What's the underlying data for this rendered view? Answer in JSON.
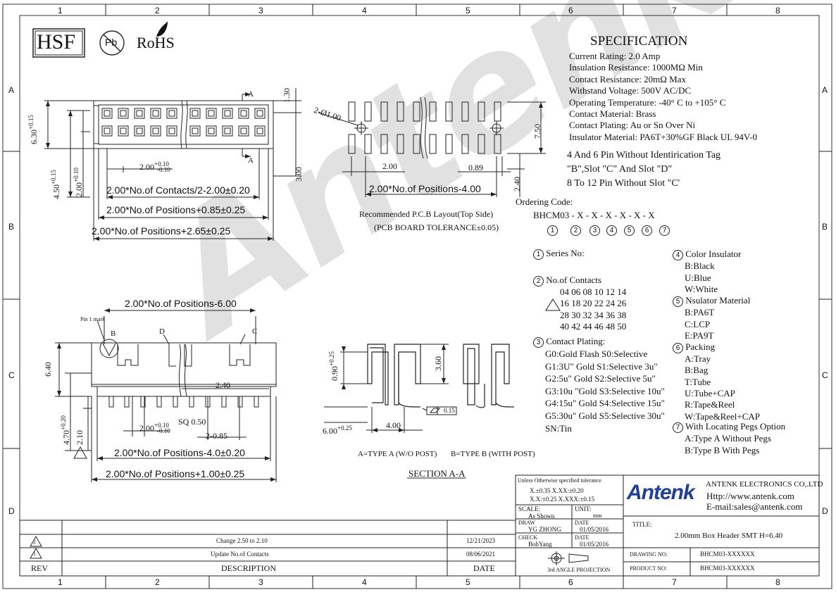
{
  "grid": {
    "cols": [
      "1",
      "2",
      "3",
      "4",
      "5",
      "6",
      "7",
      "8"
    ],
    "rows": [
      "A",
      "B",
      "C",
      "D"
    ]
  },
  "logos": {
    "hsf": "HSF",
    "pb": "Pb",
    "rohs": "RoHS"
  },
  "watermark": "Antenk",
  "spec": {
    "title": "SPECIFICATION",
    "lines": [
      "Current Rating:  2.0 Amp",
      "Insulation Resistance: 1000MΩ   Min",
      "Contact Resistance: 20mΩ Max",
      "Withstand Voltage:  500V AC/DC",
      "Operating Temperature:  -40° C  to  +105° C",
      "Contact Material: Brass",
      "Contact Plating: Au or Sn Over Ni",
      "Insulator Material: PA6T+30%GF Black UL 94V-0"
    ],
    "notes": [
      "4 And 6 Pin Without Identirication Tag",
      "\"B\",Slot \"C\" And Slot \"D\"",
      "8 To 12 Pin Without Slot \"C'"
    ]
  },
  "ordering": {
    "label": "Ordering Code:",
    "code": "BHCM03 - X - X - X - X - X - X",
    "numbers": [
      "1",
      "2",
      "3",
      "4",
      "5",
      "6",
      "7"
    ],
    "series": "Series No:",
    "contacts_title": "No.of Contacts",
    "contacts_rows": [
      "04 06 08 10 12 14",
      "16 18 20 22 24 26",
      "28 30 32 34 36 38",
      "40 42 44 46 48 50"
    ],
    "plating_title": "Contact Plating:",
    "plating_rows": [
      "G0:Gold Flash S0:Selective",
      "G1:3U\" Gold    S1:Selective 3u\"",
      "G2:5u\" Gold     S2:Selective 5u\"",
      "G3:10u \"Gold   S3:Selective 10u\"",
      "G4:15u\" Gold   S4:Selective 15u\"",
      "G5:30u\" Gold   S5:Selective 30u\"",
      "SN:Tin"
    ],
    "color_title": "Color Insulator",
    "color_rows": [
      "B:Black",
      "U:Blue",
      "W:White"
    ],
    "material_title": "Nsulator Material",
    "material_rows": [
      "B:PA6T",
      "C:LCP",
      "E:PA9T"
    ],
    "packing_title": "Packing",
    "packing_rows": [
      "A:Tray",
      "B:Bag",
      "T:Tube",
      "U:Tube+CAP",
      "R:Tape&Reel",
      "W:Tape&Reel+CAP"
    ],
    "pegs_title": "With Locating Pegs Option",
    "pegs_rows": [
      "A:Type A Without Pegs",
      "B:Type B With Pegs"
    ]
  },
  "dims": {
    "top_h1": "6.30",
    "top_h1_tol": "+0.15\n-0.15",
    "top_h2": "4.50",
    "top_h3": "2.00",
    "small_pitch": "2.00",
    "small_tol_up": "+0.10",
    "small_tol_dn": "-0.10",
    "d130": "1.30",
    "d300": "3.00",
    "sec_a": "A",
    "formula1": "2.00*No.of Contacts/2-2.00±0.20",
    "formula2": "2.00*No.of Positions+0.85±0.25",
    "formula3": "2.00*No.of Positions+2.65±0.25",
    "pcb_hole": "2-Ø1.00",
    "pcb_200": "2.00",
    "pcb_089": "0.89",
    "pcb_750": "7.50",
    "pcb_240": "2.40",
    "pcb_formula": "2.00*No.of Positions-4.00",
    "pcb_caption1": "Recommended P.C.B Layout(Top Side)",
    "pcb_caption2": "(PCB BOARD TOLERANCE±0.05)",
    "side_top": "2.00*No.of Positions-6.00",
    "pin1": "Pin 1 mark",
    "lbl_b": "B",
    "lbl_d": "D",
    "lbl_c": "C",
    "side_640": "6.40",
    "side_470": "4.70",
    "side_210": "2.10",
    "side_240": "2.40",
    "side_200": "2.00",
    "sq050": "SQ 0.50",
    "d285": "2-0.85",
    "side_formula1": "2.00*No.of Positions-4.0±0.20",
    "side_formula2": "2.00*No.of Positions+1.00±0.25",
    "sec_090": "0.90",
    "sec_360": "3.60",
    "sec_015": "0.15",
    "sec_600": "6.00",
    "sec_400": "4.00",
    "type_a": "A=TYPE A  (W/O POST)",
    "type_b": "B=TYPE B  (WITH POST)",
    "section": "SECTION A-A"
  },
  "title_block": {
    "tol_title": "Unless Otherwise specified tolerance",
    "tol1": "X.±0.35     X.XX:±0.20",
    "tol2": "X.X:±0.25   X.XXX:±0.15",
    "scale_lbl": "SCALE:",
    "scale_val": "As Shown",
    "unit_lbl": "UNIT:",
    "unit_val": "mm",
    "draw_lbl": "DRAW",
    "draw_val": "YG ZHONG",
    "date_lbl": "DATE",
    "draw_date": "01/05/2016",
    "check_lbl": "CHECK",
    "check_val": "BobYang",
    "check_date": "01/05/2016",
    "projection": "3rd ANGLE PROJECTION",
    "company": "ANTENK ELECTRONICS CO,.LTD",
    "http": "Http://www.antenk.com",
    "email": "E-mail:sales@antenk.com",
    "brand": "Antenk",
    "title_lbl": "TITLE:",
    "title_val": "2.00mm Box Header SMT H=6.40",
    "drawing_lbl": "DRAWING NO:",
    "drawing_val": "BHCM03-XXXXXX",
    "product_lbl": "PRODUCT NO:",
    "product_val": "BHCM03-XXXXXX"
  },
  "revisions": {
    "rows": [
      {
        "rev": "2",
        "desc": "Change 2.50 to 2.10",
        "date": "12/21/2023"
      },
      {
        "rev": "1",
        "desc": "Update No.of Contacts",
        "date": "08/06/2021"
      }
    ],
    "rev_hdr": "REV",
    "desc_hdr": "DESCRIPTION",
    "date_hdr": "DATE"
  }
}
